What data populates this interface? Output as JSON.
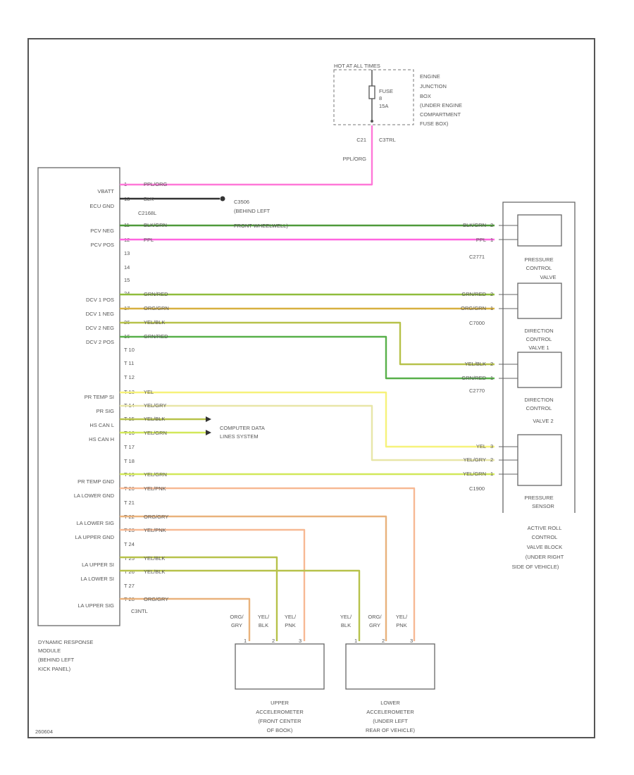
{
  "fuse": {
    "header": "HOT AT ALL TIMES",
    "fuse_label": [
      "FUSE",
      "8",
      "15A"
    ],
    "location": [
      "ENGINE",
      "JUNCTION",
      "BOX",
      "(UNDER ENGINE",
      "COMPARTMENT",
      "FUSE BOX)"
    ],
    "pin": "C21",
    "connector": "C3TRL",
    "wire": "PPL/ORG"
  },
  "module": {
    "label": [
      "DYNAMIC RESPONSE",
      "MODULE",
      "(BEHIND LEFT",
      "KICK PANEL)"
    ],
    "connector_bottom": "C3NTL",
    "pins": [
      {
        "func": "VBATT",
        "num": "1",
        "wire": "PPL/ORG"
      },
      {
        "func": "ECU GND",
        "num": "18",
        "wire": "BLK"
      },
      {
        "func": "",
        "num": "",
        "wire": "C2168L"
      },
      {
        "func": "PCV NEG",
        "num": "11",
        "wire": "BLK/GRN"
      },
      {
        "func": "PCV POS",
        "num": "12",
        "wire": "PPL"
      },
      {
        "func": "",
        "num": "13",
        "wire": ""
      },
      {
        "func": "",
        "num": "14",
        "wire": ""
      },
      {
        "func": "",
        "num": "15",
        "wire": ""
      },
      {
        "func": "DCV 1 POS",
        "num": "24",
        "wire": "GRN/RED"
      },
      {
        "func": "DCV 1 NEG",
        "num": "17",
        "wire": "ORG/GRN"
      },
      {
        "func": "DCV 2 NEG",
        "num": "26",
        "wire": "YEL/BLK"
      },
      {
        "func": "DCV 2 POS",
        "num": "16",
        "wire": "GRN/RED"
      },
      {
        "func": "",
        "num": "T 10",
        "wire": ""
      },
      {
        "func": "",
        "num": "T 11",
        "wire": ""
      },
      {
        "func": "",
        "num": "T 12",
        "wire": ""
      },
      {
        "func": "PR TEMP SI",
        "num": "T 13",
        "wire": "YEL"
      },
      {
        "func": "PR SIG",
        "num": "T 14",
        "wire": "YEL/GRY"
      },
      {
        "func": "HS CAN L",
        "num": "T 15",
        "wire": "YEL/BLK"
      },
      {
        "func": "HS CAN H",
        "num": "T 16",
        "wire": "YEL/GRN"
      },
      {
        "func": "",
        "num": "T 17",
        "wire": ""
      },
      {
        "func": "",
        "num": "T 18",
        "wire": ""
      },
      {
        "func": "PR TEMP GND",
        "num": "T 19",
        "wire": "YEL/GRN"
      },
      {
        "func": "LA LOWER GND",
        "num": "T 20",
        "wire": "YEL/PNK"
      },
      {
        "func": "",
        "num": "T 21",
        "wire": ""
      },
      {
        "func": "LA LOWER SIG",
        "num": "T 22",
        "wire": "ORG/GRY"
      },
      {
        "func": "LA UPPER GND",
        "num": "T 23",
        "wire": "YEL/PNK"
      },
      {
        "func": "",
        "num": "T 24",
        "wire": ""
      },
      {
        "func": "LA UPPER SI",
        "num": "T 25",
        "wire": "YEL/BLK"
      },
      {
        "func": "LA LOWER SI",
        "num": "T 26",
        "wire": "YEL/BLK"
      },
      {
        "func": "",
        "num": "T 27",
        "wire": ""
      },
      {
        "func": "LA UPPER SIG",
        "num": "T 28",
        "wire": "ORG/GRY"
      }
    ]
  },
  "ground": {
    "code": "C3506",
    "label": [
      "(BEHIND LEFT",
      "FRONT WHEELWELL)"
    ]
  },
  "data_link": {
    "label": [
      "COMPUTER DATA",
      "LINES SYSTEM"
    ]
  },
  "valve_block": {
    "label": [
      "ACTIVE ROLL",
      "CONTROL",
      "VALVE BLOCK",
      "(UNDER RIGHT",
      "SIDE OF VEHICLE)"
    ],
    "components": [
      {
        "name": [
          "PRESSURE",
          "CONTROL",
          "VALVE"
        ],
        "connector": "C2771"
      },
      {
        "name": [
          "DIRECTION",
          "CONTROL",
          "VALVE 1"
        ],
        "connector": "C7000"
      },
      {
        "name": [
          "DIRECTION",
          "CONTROL",
          "VALVE 2"
        ],
        "connector": "C2770"
      },
      {
        "name": [
          "PRESSURE",
          "SENSOR"
        ],
        "connector": "C1900"
      }
    ],
    "right_wires": [
      {
        "wire": "BLK/GRN",
        "pin": "2"
      },
      {
        "wire": "PPL",
        "pin": "1"
      },
      {
        "wire": "GRN/RED",
        "pin": "2"
      },
      {
        "wire": "ORG/GRN",
        "pin": "1"
      },
      {
        "wire": "YEL/BLK",
        "pin": "2"
      },
      {
        "wire": "GRN/RED",
        "pin": "1"
      },
      {
        "wire": "YEL",
        "pin": "3"
      },
      {
        "wire": "YEL/GRY",
        "pin": "2"
      },
      {
        "wire": "YEL/GRN",
        "pin": "1"
      }
    ]
  },
  "accelerometers": [
    {
      "name": [
        "UPPER",
        "ACCELEROMETER",
        "(FRONT CENTER",
        "OF BOOK)"
      ],
      "leads": [
        [
          "ORG/",
          "GRY"
        ],
        [
          "YEL/",
          "BLK"
        ],
        [
          "YEL/",
          "PNK"
        ]
      ],
      "pins": [
        "1",
        "2",
        "3"
      ]
    },
    {
      "name": [
        "LOWER",
        "ACCELEROMETER",
        "(UNDER LEFT",
        "REAR OF VEHICLE)"
      ],
      "leads": [
        [
          "YEL/",
          "BLK"
        ],
        [
          "ORG/",
          "GRY"
        ],
        [
          "YEL/",
          "PNK"
        ]
      ],
      "pins": [
        "1",
        "2",
        "3"
      ]
    }
  ],
  "footer_code": "260604",
  "colors": {
    "ppl_org": "#ff78d8",
    "ppl": "#ff66e0",
    "blk": "#333333",
    "blk_grn": "#4f9a3a",
    "grn_red": "#8fbd3c",
    "org_grn": "#d7b040",
    "yel_blk": "#b7c24a",
    "grn_red2": "#58b04a",
    "yel": "#f6f27a",
    "yel_gry": "#e8e6a8",
    "yel_grn": "#d2e85a",
    "yel_pnk": "#f7b994",
    "org_gry": "#e9b27c"
  }
}
